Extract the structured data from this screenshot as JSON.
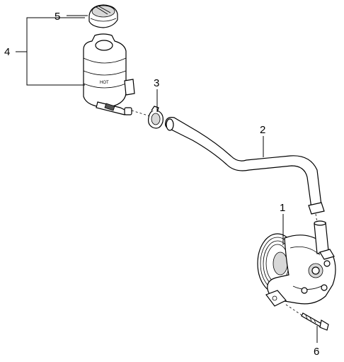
{
  "callouts": {
    "c1": "1",
    "c2": "2",
    "c3": "3",
    "c4": "4",
    "c5": "5",
    "c6": "6"
  },
  "tank_text": "HOT",
  "colors": {
    "line": "#000000",
    "background": "#ffffff",
    "shade": "#d8d8d8"
  }
}
